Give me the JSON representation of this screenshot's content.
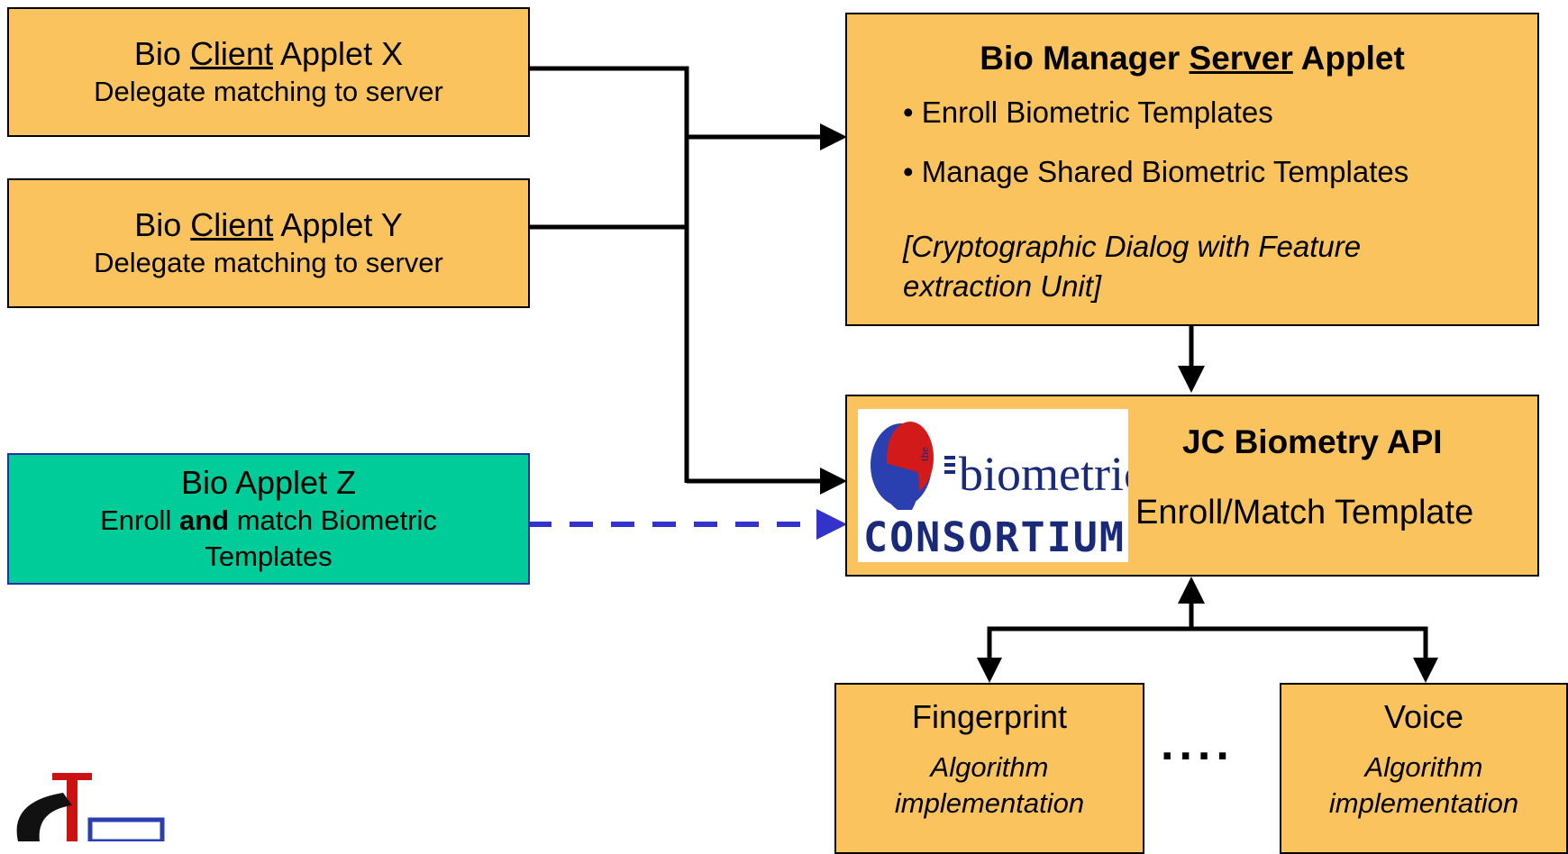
{
  "client_x": {
    "prefix": "Bio ",
    "underlined": "Client",
    "suffix": " Applet X",
    "subtitle": "Delegate matching to server"
  },
  "client_y": {
    "prefix": "Bio ",
    "underlined": "Client",
    "suffix": " Applet Y",
    "subtitle": "Delegate matching to server"
  },
  "applet_z": {
    "title": "Bio Applet Z",
    "line1_pre": "Enroll ",
    "line1_bold": "and",
    "line1_post": " match Biometric",
    "line2": "Templates"
  },
  "server": {
    "title_pre": "Bio Manager ",
    "title_underlined": "Server",
    "title_post": " Applet",
    "bullets": [
      "• Enroll Biometric Templates",
      "• Manage Shared Biometric Templates"
    ],
    "note": "[Cryptographic Dialog with Feature extraction Unit]"
  },
  "api": {
    "title": "JC Biometry API",
    "subtitle": "Enroll/Match Template",
    "logo": {
      "word": "biometric",
      "small": "the",
      "bottom": "CONSORTIUM"
    }
  },
  "fingerprint": {
    "title": "Fingerprint",
    "line1": "Algorithm",
    "line2": "implementation"
  },
  "voice": {
    "title": "Voice",
    "line1": "Algorithm",
    "line2": "implementation"
  },
  "ellipsis": "....",
  "colors": {
    "box": "#FAC35E",
    "green": "#00CC99",
    "dashed_arrow": "#3333CC"
  }
}
